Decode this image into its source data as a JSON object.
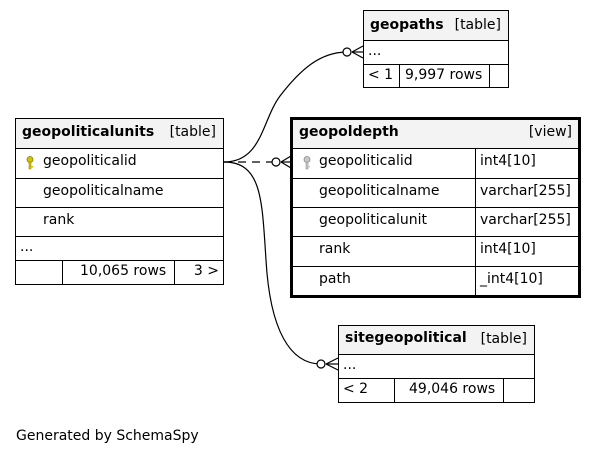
{
  "tables": {
    "geopaths": {
      "name": "geopaths",
      "kind": "[table]",
      "ellipsis": "...",
      "footer_left": "< 1",
      "footer_rows": "9,997 rows",
      "footer_right": ""
    },
    "geopoliticalunits": {
      "name": "geopoliticalunits",
      "kind": "[table]",
      "columns": [
        {
          "name": "geopoliticalid",
          "key": true
        },
        {
          "name": "geopoliticalname",
          "key": false
        },
        {
          "name": "rank",
          "key": false
        }
      ],
      "ellipsis": "...",
      "footer_left": "",
      "footer_rows": "10,065 rows",
      "footer_right": "3 >"
    },
    "geopoldepth": {
      "name": "geopoldepth",
      "kind": "[view]",
      "columns": [
        {
          "name": "geopoliticalid",
          "type": "int4[10]",
          "key": true
        },
        {
          "name": "geopoliticalname",
          "type": "varchar[255]",
          "key": false
        },
        {
          "name": "geopoliticalunit",
          "type": "varchar[255]",
          "key": false
        },
        {
          "name": "rank",
          "type": "int4[10]",
          "key": false
        },
        {
          "name": "path",
          "type": "_int4[10]",
          "key": false
        }
      ]
    },
    "sitegeopolitical": {
      "name": "sitegeopolitical",
      "kind": "[table]",
      "ellipsis": "...",
      "footer_left": "< 2",
      "footer_rows": "49,046 rows",
      "footer_right": ""
    }
  },
  "relationships": [
    {
      "from": "geopoliticalunits.geopoliticalid",
      "to": "geopaths",
      "style": "solid"
    },
    {
      "from": "geopoliticalunits.geopoliticalid",
      "to": "geopoldepth.geopoliticalid",
      "style": "dashed"
    },
    {
      "from": "geopoliticalunits.geopoliticalid",
      "to": "sitegeopolitical",
      "style": "solid"
    }
  ],
  "colors": {
    "primary_key_icon": "#d4c400",
    "view_key_icon": "#a8a8a8",
    "header_background": "#f3f3f3"
  },
  "footer_text": "Generated by SchemaSpy"
}
